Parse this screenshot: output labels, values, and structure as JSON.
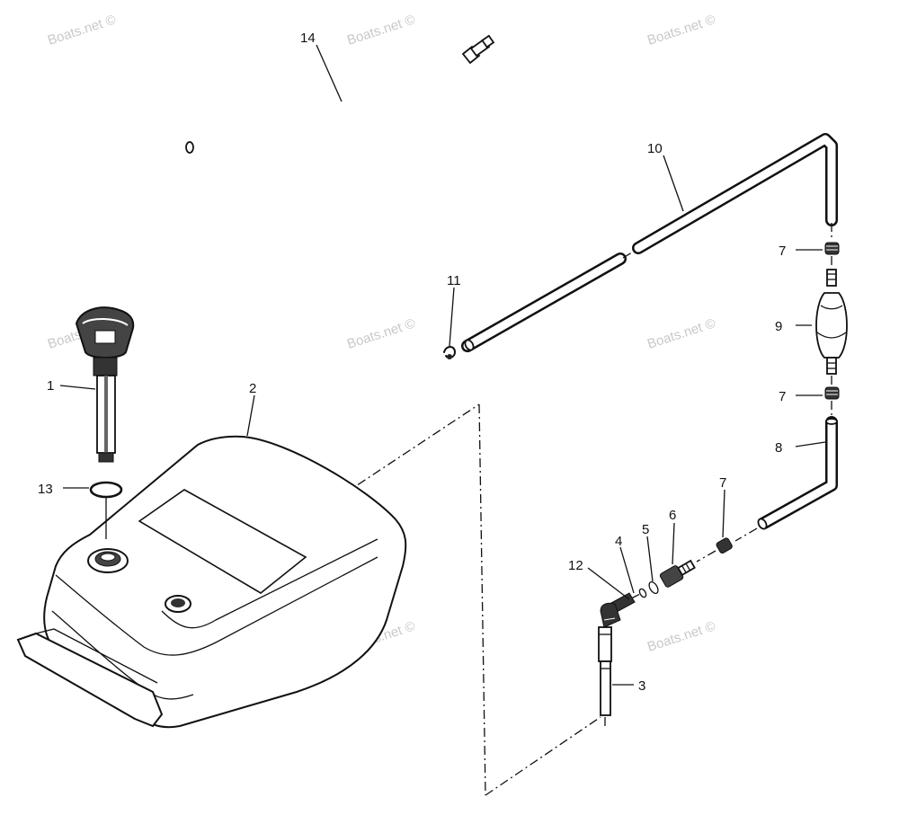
{
  "watermark": {
    "text": "Boats.net ©",
    "color": "#c9c9c9"
  },
  "callouts": [
    {
      "id": "1",
      "label": "1"
    },
    {
      "id": "2",
      "label": "2"
    },
    {
      "id": "3",
      "label": "3"
    },
    {
      "id": "4",
      "label": "4"
    },
    {
      "id": "5",
      "label": "5"
    },
    {
      "id": "6",
      "label": "6"
    },
    {
      "id": "7a",
      "label": "7"
    },
    {
      "id": "7b",
      "label": "7"
    },
    {
      "id": "7c",
      "label": "7"
    },
    {
      "id": "8",
      "label": "8"
    },
    {
      "id": "9",
      "label": "9"
    },
    {
      "id": "10",
      "label": "10"
    },
    {
      "id": "11",
      "label": "11"
    },
    {
      "id": "12",
      "label": "12"
    },
    {
      "id": "13",
      "label": "13"
    },
    {
      "id": "14",
      "label": "14"
    }
  ],
  "parts": [
    {
      "ref": "1",
      "icon": "fuel-gauge-icon"
    },
    {
      "ref": "2",
      "icon": "fuel-tank-icon"
    },
    {
      "ref": "3",
      "icon": "pickup-tube-icon"
    },
    {
      "ref": "4",
      "icon": "washer-icon"
    },
    {
      "ref": "5",
      "icon": "o-ring-icon"
    },
    {
      "ref": "6",
      "icon": "tank-connector-icon"
    },
    {
      "ref": "7",
      "icon": "hose-clamp-icon"
    },
    {
      "ref": "8",
      "icon": "fuel-hose-icon"
    },
    {
      "ref": "9",
      "icon": "primer-bulb-icon"
    },
    {
      "ref": "10",
      "icon": "fuel-line-icon"
    },
    {
      "ref": "11",
      "icon": "clip-icon"
    },
    {
      "ref": "12",
      "icon": "elbow-fitting-icon"
    },
    {
      "ref": "13",
      "icon": "gasket-icon"
    },
    {
      "ref": "14",
      "icon": "vent-hose-icon"
    }
  ]
}
